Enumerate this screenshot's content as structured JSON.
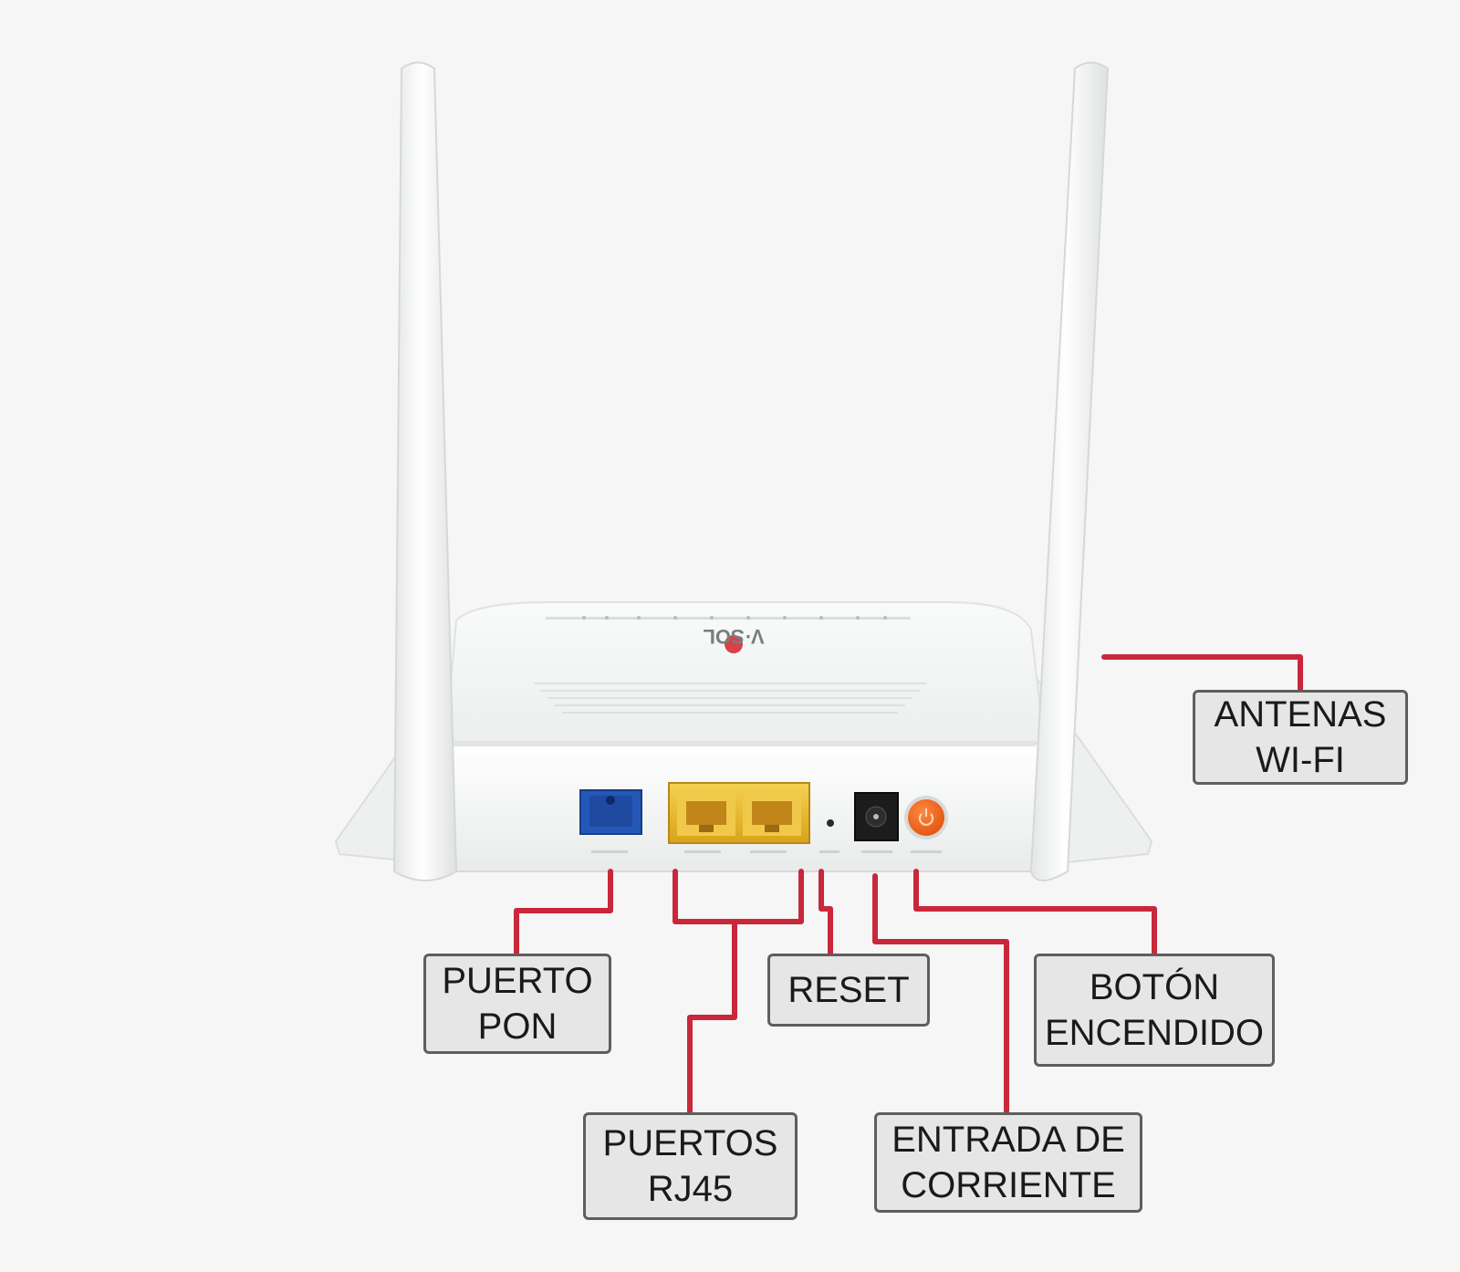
{
  "device": {
    "brand_logo": "V·SOL",
    "colors": {
      "body": "#f2f3f3",
      "pon_port": "#2457b8",
      "rj45_ports": "#e7bd2c",
      "power_jack": "#1c1c1c",
      "power_button": "#f0661e",
      "leader_line": "#c8283a",
      "callout_fill": "#e6e6e6",
      "callout_border": "#5e5e5e"
    }
  },
  "labels": {
    "antenas": {
      "line1": "ANTENAS",
      "line2": "WI-FI"
    },
    "puerto_pon": {
      "line1": "PUERTO",
      "line2": "PON"
    },
    "puertos_rj45": {
      "line1": "PUERTOS",
      "line2": "RJ45"
    },
    "reset": {
      "line1": "RESET"
    },
    "entrada_corriente": {
      "line1": "ENTRADA DE",
      "line2": "CORRIENTE"
    },
    "boton_encendido": {
      "line1": "BOTÓN",
      "line2": "ENCENDIDO"
    }
  }
}
